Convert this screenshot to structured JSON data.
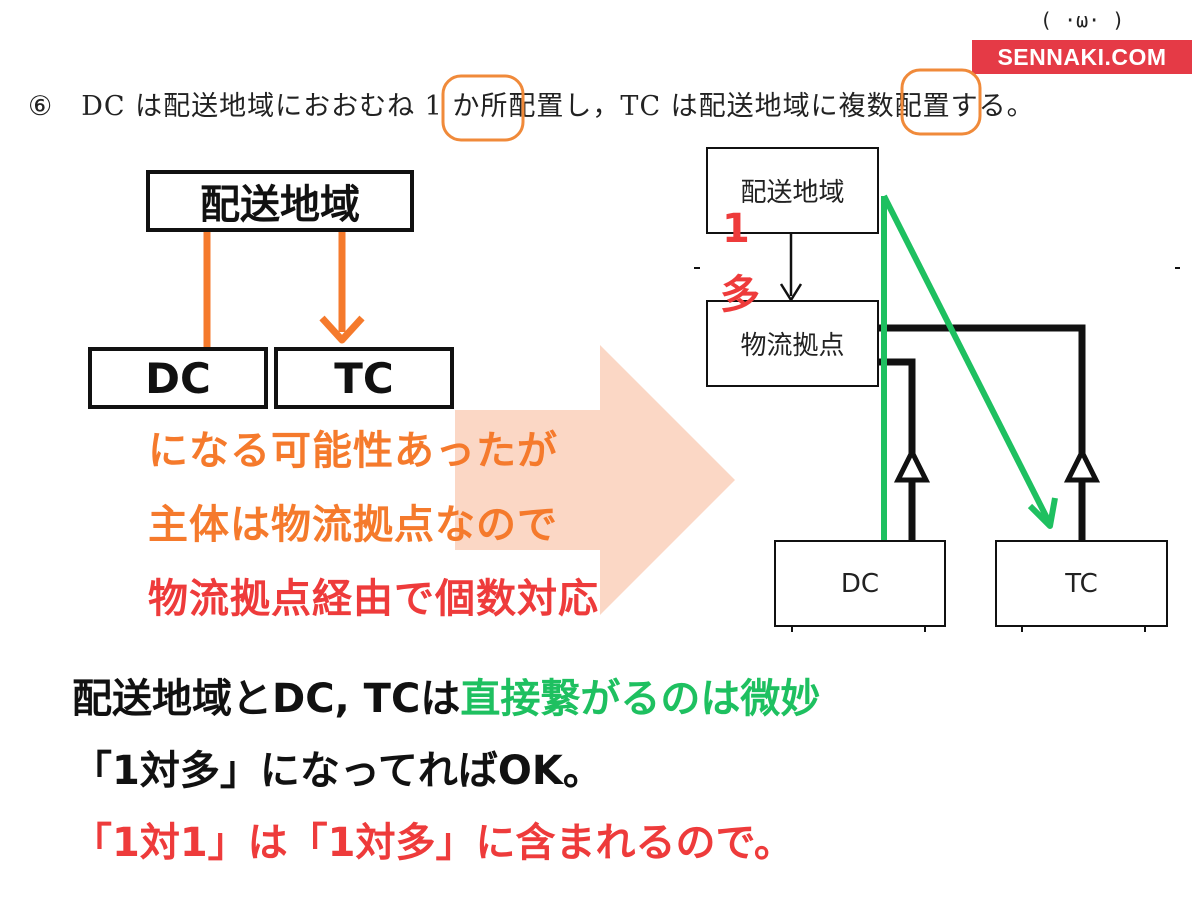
{
  "header": {
    "question": "⑥　DC は配送地域におおむね 1 か所配置し，TC は配送地域に複数配置する。"
  },
  "logo": {
    "face": "( ·ω· )",
    "text": "SENNAKI.COM"
  },
  "left_diagram": {
    "top_box": "配送地域",
    "box_dc": "DC",
    "box_tc": "TC"
  },
  "right_diagram": {
    "top_box": "配送地域",
    "mid_box": "物流拠点",
    "box_dc": "DC",
    "box_tc": "TC",
    "label_one": "1",
    "label_many": "多"
  },
  "explanation": {
    "line1": "になる可能性あったが",
    "line2": "主体は物流拠点なので",
    "line3": "物流拠点経由で個数対応"
  },
  "bottom": {
    "line1_prefix": "配送地域とDC, TCは",
    "line1_highlight": "直接繋がるのは微妙",
    "line2": "「1対多」になってればOK。",
    "line3": "「1対1」は「1対多」に含まれるので。"
  },
  "colors": {
    "orange": "#f57a2c",
    "red": "#ee3b3b",
    "green": "#1ec060",
    "highlight_circle": "#f08a3a",
    "big_arrow": "#fbd3bf"
  }
}
